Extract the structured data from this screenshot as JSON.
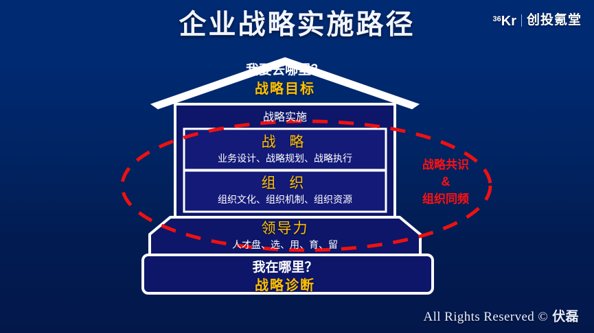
{
  "slide": {
    "title": "企业战略实施路径",
    "background_top": "#002a72",
    "background_bottom": "#03174a"
  },
  "logo": {
    "mark_sup": "36",
    "mark": "Kr",
    "brand": "创投氪堂"
  },
  "colors": {
    "gold": "#ffc000",
    "white": "#ffffff",
    "red": "#ff1111",
    "box_fill": "#141a78",
    "outline": "#ffffff"
  },
  "house": {
    "roof": {
      "question": "我要去哪里？",
      "answer": "战略目标"
    },
    "implementation_label": "战略实施",
    "strategy": {
      "title": "战 略",
      "subtitle": "业务设计、战略规划、战略执行"
    },
    "organization": {
      "title": "组 织",
      "subtitle": "组织文化、组织机制、组织资源"
    },
    "leadership": {
      "title": "领导力",
      "subtitle": "人才盘、选、用、育、留"
    },
    "foundation": {
      "question": "我在哪里？",
      "answer": "战略诊断"
    }
  },
  "annotation": {
    "line1": "战略共识",
    "line2": "&",
    "line3": "组织同频"
  },
  "footer": {
    "rights": "All Rights Reserved ©",
    "author": "伏磊"
  }
}
